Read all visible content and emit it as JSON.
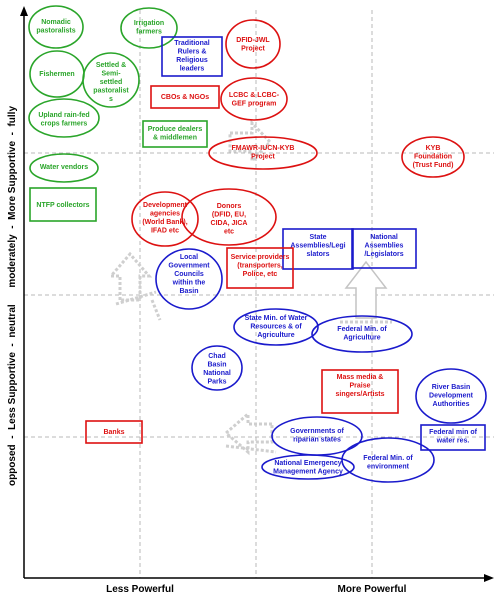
{
  "axes": {
    "x_left": "Less Powerful",
    "x_right": "More Powerful",
    "y_label": "opposed  -  Less Supportive  -  neutral      moderately  -  More Supportive  -  fully"
  },
  "stakeholders": [
    {
      "id": "nomadic-pastoralists",
      "lines": [
        "Nomadic",
        "pastoralists"
      ],
      "color": "#2aa52a"
    },
    {
      "id": "irrigation-farmers",
      "lines": [
        "Irrigation",
        "farmers"
      ],
      "color": "#2aa52a"
    },
    {
      "id": "fishermen",
      "lines": [
        "Fishermen"
      ],
      "color": "#2aa52a"
    },
    {
      "id": "settled-pastoralists",
      "lines": [
        "Settled &",
        "Semi-",
        "settled",
        "pastoralist",
        "s"
      ],
      "color": "#2aa52a"
    },
    {
      "id": "upland-farmers",
      "lines": [
        "Upland rain-fed",
        "crops farmers"
      ],
      "color": "#2aa52a"
    },
    {
      "id": "produce-dealers",
      "lines": [
        "Produce dealers",
        "& middlemen"
      ],
      "color": "#2aa52a"
    },
    {
      "id": "water-vendors",
      "lines": [
        "Water vendors"
      ],
      "color": "#2aa52a"
    },
    {
      "id": "ntfp-collectors",
      "lines": [
        "NTFP collectors"
      ],
      "color": "#2aa52a"
    },
    {
      "id": "traditional-rulers",
      "lines": [
        "Traditional",
        "Rulers &",
        "Religious",
        "leaders"
      ],
      "color": "#1a1acc"
    },
    {
      "id": "dfid-jwl",
      "lines": [
        "DFID-JWL",
        "Project"
      ],
      "color": "#dd1111"
    },
    {
      "id": "cbos-ngos",
      "lines": [
        "CBOs & NGOs"
      ],
      "color": "#dd1111"
    },
    {
      "id": "lcbc-gef",
      "lines": [
        "LCBC & LCBC-",
        "GEF program"
      ],
      "color": "#dd1111"
    },
    {
      "id": "fmawr-kyb",
      "lines": [
        "FMAWR-IUCN-KYB",
        "Project"
      ],
      "color": "#dd1111"
    },
    {
      "id": "kyb-foundation",
      "lines": [
        "KYB",
        "Foundation",
        "(Trust Fund)"
      ],
      "color": "#dd1111"
    },
    {
      "id": "development-agencies",
      "lines": [
        "Development",
        "agencies",
        "(World Bank),",
        "IFAD etc"
      ],
      "color": "#dd1111"
    },
    {
      "id": "donors",
      "lines": [
        "Donors",
        "(DFID, EU,",
        "CIDA, JICA",
        "etc"
      ],
      "color": "#dd1111"
    },
    {
      "id": "state-assemblies",
      "lines": [
        "State",
        "Assemblies/Legi",
        "slators"
      ],
      "color": "#1a1acc"
    },
    {
      "id": "national-assemblies",
      "lines": [
        "National",
        "Assemblies",
        "/Legislators"
      ],
      "color": "#1a1acc"
    },
    {
      "id": "local-government",
      "lines": [
        "Local",
        "Government",
        "Councils",
        "within the",
        "Basin"
      ],
      "color": "#1a1acc"
    },
    {
      "id": "service-providers",
      "lines": [
        "Service providers",
        "(transporters,",
        "Police, etc"
      ],
      "color": "#dd1111"
    },
    {
      "id": "state-ministries",
      "lines": [
        "State Min. of Water",
        "Resources & of",
        "Agriculture"
      ],
      "color": "#1a1acc"
    },
    {
      "id": "federal-min-agriculture",
      "lines": [
        "Federal Min. of",
        "Agriculture"
      ],
      "color": "#1a1acc"
    },
    {
      "id": "chad-basin-parks",
      "lines": [
        "Chad",
        "Basin",
        "National",
        "Parks"
      ],
      "color": "#1a1acc"
    },
    {
      "id": "mass-media",
      "lines": [
        "Mass media &",
        "Praise",
        "singers/Artists"
      ],
      "color": "#dd1111"
    },
    {
      "id": "river-basin",
      "lines": [
        "River Basin",
        "Development",
        "Authorities"
      ],
      "color": "#1a1acc"
    },
    {
      "id": "banks",
      "lines": [
        "Banks"
      ],
      "color": "#dd1111"
    },
    {
      "id": "riparian-states",
      "lines": [
        "Governments of",
        "riparian states"
      ],
      "color": "#1a1acc"
    },
    {
      "id": "federal-min-water",
      "lines": [
        "Federal min of",
        "water res."
      ],
      "color": "#1a1acc"
    },
    {
      "id": "nema",
      "lines": [
        "National Emergency",
        "Management Agency"
      ],
      "color": "#1a1acc"
    },
    {
      "id": "federal-min-environment",
      "lines": [
        "Federal Min. of",
        "environment"
      ],
      "color": "#1a1acc"
    }
  ]
}
